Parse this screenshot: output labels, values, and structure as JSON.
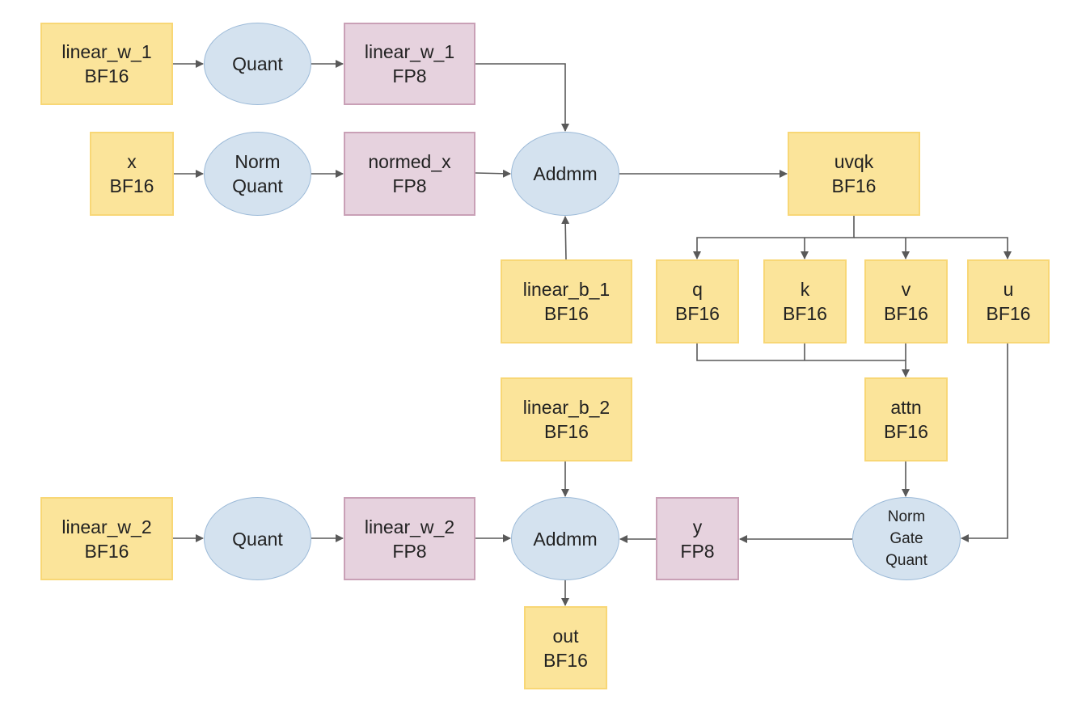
{
  "nodes": [
    {
      "id": "linear_w_1_bf16",
      "kind": "bf16",
      "lines": [
        "linear_w_1",
        "BF16"
      ]
    },
    {
      "id": "quant_1",
      "kind": "op",
      "lines": [
        "Quant"
      ]
    },
    {
      "id": "linear_w_1_fp8",
      "kind": "fp8",
      "lines": [
        "linear_w_1",
        "FP8"
      ]
    },
    {
      "id": "x",
      "kind": "bf16",
      "lines": [
        "x",
        "BF16"
      ]
    },
    {
      "id": "norm_quant",
      "kind": "op",
      "lines": [
        "Norm",
        "Quant"
      ]
    },
    {
      "id": "normed_x",
      "kind": "fp8",
      "lines": [
        "normed_x",
        "FP8"
      ]
    },
    {
      "id": "addmm_1",
      "kind": "op",
      "lines": [
        "Addmm"
      ]
    },
    {
      "id": "uvqk",
      "kind": "bf16",
      "lines": [
        "uvqk",
        "BF16"
      ]
    },
    {
      "id": "linear_b_1",
      "kind": "bf16",
      "lines": [
        "linear_b_1",
        "BF16"
      ]
    },
    {
      "id": "q",
      "kind": "bf16",
      "lines": [
        "q",
        "BF16"
      ]
    },
    {
      "id": "k",
      "kind": "bf16",
      "lines": [
        "k",
        "BF16"
      ]
    },
    {
      "id": "v",
      "kind": "bf16",
      "lines": [
        "v",
        "BF16"
      ]
    },
    {
      "id": "u",
      "kind": "bf16",
      "lines": [
        "u",
        "BF16"
      ]
    },
    {
      "id": "linear_b_2",
      "kind": "bf16",
      "lines": [
        "linear_b_2",
        "BF16"
      ]
    },
    {
      "id": "attn",
      "kind": "bf16",
      "lines": [
        "attn",
        "BF16"
      ]
    },
    {
      "id": "linear_w_2_bf16",
      "kind": "bf16",
      "lines": [
        "linear_w_2",
        "BF16"
      ]
    },
    {
      "id": "quant_2",
      "kind": "op",
      "lines": [
        "Quant"
      ]
    },
    {
      "id": "linear_w_2_fp8",
      "kind": "fp8",
      "lines": [
        "linear_w_2",
        "FP8"
      ]
    },
    {
      "id": "addmm_2",
      "kind": "op",
      "lines": [
        "Addmm"
      ]
    },
    {
      "id": "y",
      "kind": "fp8",
      "lines": [
        "y",
        "FP8"
      ]
    },
    {
      "id": "norm_gate_quant",
      "kind": "op",
      "lines": [
        "Norm",
        "Gate",
        "Quant"
      ]
    },
    {
      "id": "out",
      "kind": "bf16",
      "lines": [
        "out",
        "BF16"
      ]
    }
  ],
  "edges": [
    {
      "from": "linear_w_1_bf16",
      "to": "quant_1"
    },
    {
      "from": "quant_1",
      "to": "linear_w_1_fp8"
    },
    {
      "from": "linear_w_1_fp8",
      "to": "addmm_1"
    },
    {
      "from": "x",
      "to": "norm_quant"
    },
    {
      "from": "norm_quant",
      "to": "normed_x"
    },
    {
      "from": "normed_x",
      "to": "addmm_1"
    },
    {
      "from": "linear_b_1",
      "to": "addmm_1"
    },
    {
      "from": "addmm_1",
      "to": "uvqk"
    },
    {
      "from": "uvqk",
      "to": "q"
    },
    {
      "from": "uvqk",
      "to": "k"
    },
    {
      "from": "uvqk",
      "to": "v"
    },
    {
      "from": "uvqk",
      "to": "u"
    },
    {
      "from": "q",
      "to": "attn"
    },
    {
      "from": "k",
      "to": "attn"
    },
    {
      "from": "v",
      "to": "attn"
    },
    {
      "from": "attn",
      "to": "norm_gate_quant"
    },
    {
      "from": "u",
      "to": "norm_gate_quant"
    },
    {
      "from": "norm_gate_quant",
      "to": "y"
    },
    {
      "from": "y",
      "to": "addmm_2"
    },
    {
      "from": "linear_b_2",
      "to": "addmm_2"
    },
    {
      "from": "linear_w_2_bf16",
      "to": "quant_2"
    },
    {
      "from": "quant_2",
      "to": "linear_w_2_fp8"
    },
    {
      "from": "linear_w_2_fp8",
      "to": "addmm_2"
    },
    {
      "from": "addmm_2",
      "to": "out"
    }
  ],
  "colors": {
    "bf16_fill": "#fbe49a",
    "bf16_border": "#f8d776",
    "fp8_fill": "#e6d2de",
    "fp8_border": "#c9a0b6",
    "op_fill": "#d4e2ef",
    "op_border": "#9cbad8",
    "edge": "#595959"
  }
}
